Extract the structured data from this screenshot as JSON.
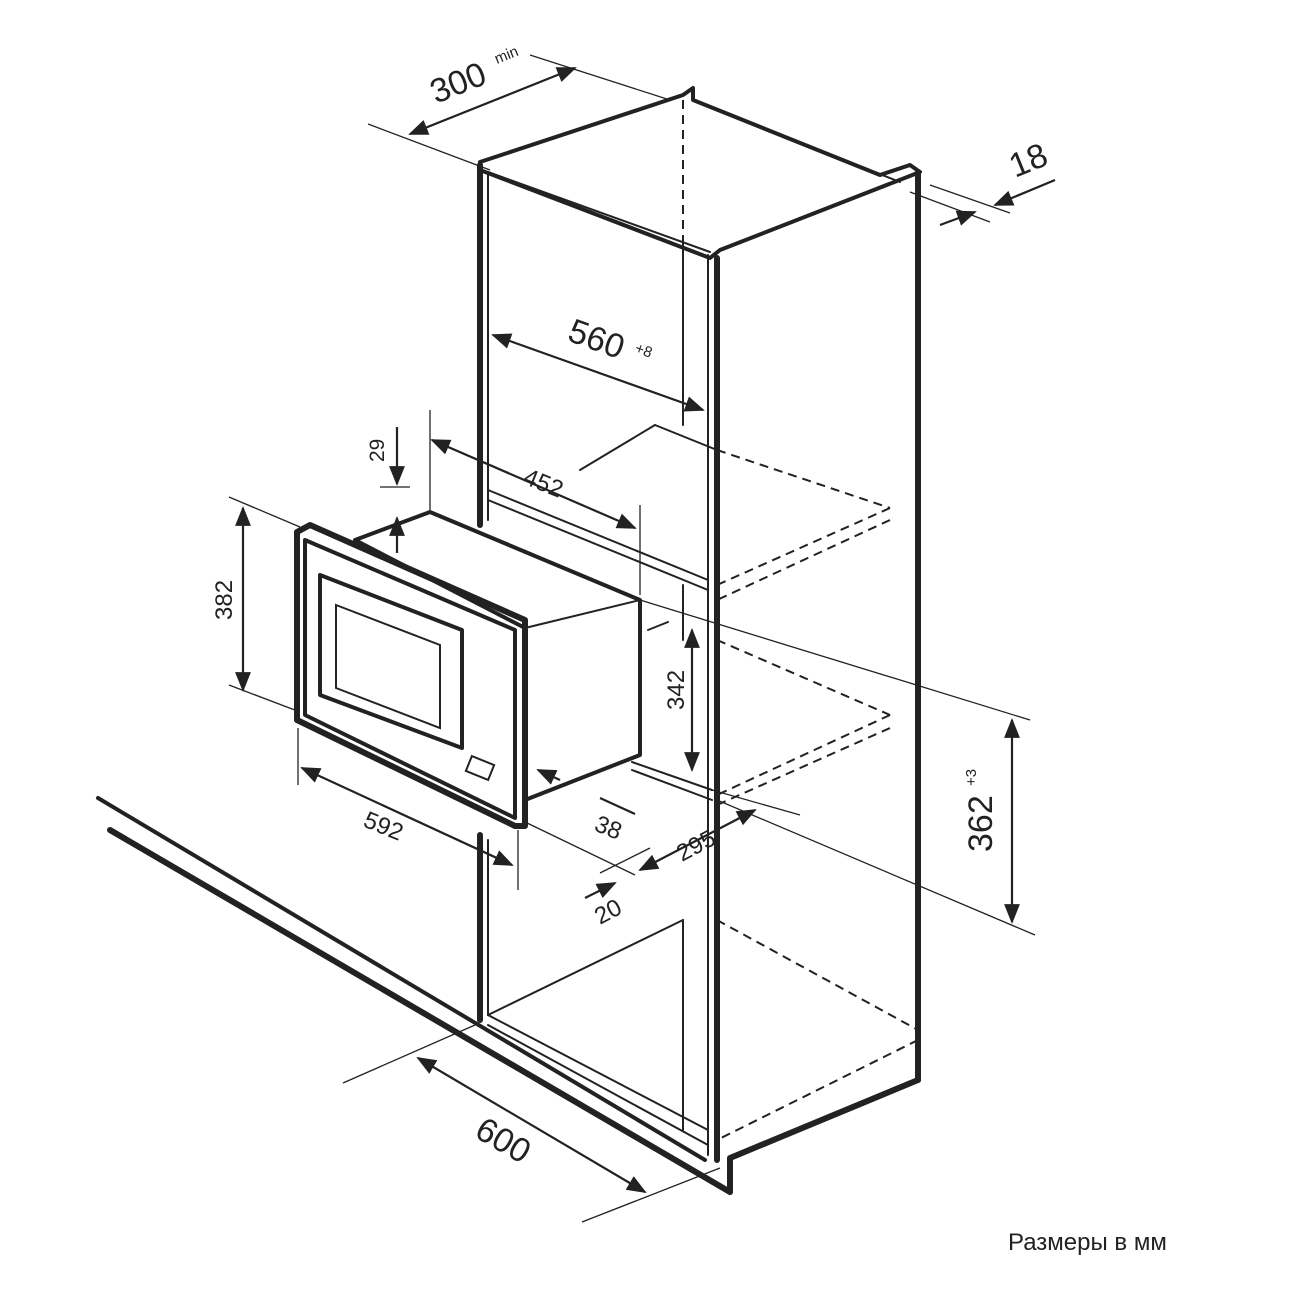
{
  "dimensions": {
    "d300": "300",
    "d300_sup": "min",
    "d18": "18",
    "d560": "560",
    "d560_sup": "+8",
    "d452": "452",
    "d29": "29",
    "d382": "382",
    "d342": "342",
    "d592": "592",
    "d38": "38",
    "d295": "295",
    "d20": "20",
    "d362": "362",
    "d362_sup": "+3",
    "d600": "600"
  },
  "caption": "Размеры в мм"
}
